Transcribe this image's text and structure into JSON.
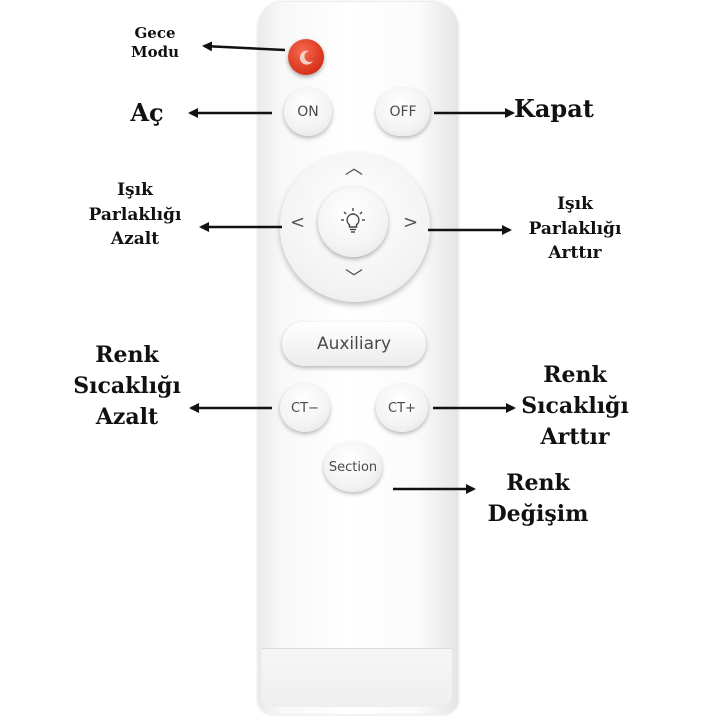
{
  "buttons": {
    "on": "ON",
    "off": "OFF",
    "auxiliary": "Auxiliary",
    "ct_minus": "CT−",
    "ct_plus": "CT+",
    "section": "Section"
  },
  "labels": {
    "night_line1": "Gece",
    "night_line2": "Modu",
    "on": "Aç",
    "off": "Kapat",
    "dim_line1": "Işık",
    "dim_line2": "Parlaklığı",
    "dim_line3": "Azalt",
    "bright_line1": "Işık",
    "bright_line2": "Parlaklığı",
    "bright_line3": "Arttır",
    "warm_line1": "Renk",
    "warm_line2": "Sıcaklığı",
    "warm_line3": "Azalt",
    "cool_line1": "Renk",
    "cool_line2": "Sıcaklığı",
    "cool_line3": "Arttır",
    "mode_line1": "Renk",
    "mode_line2": "Değişim"
  },
  "colors": {
    "night_button": "#d8321c",
    "arrow": "#111111"
  }
}
